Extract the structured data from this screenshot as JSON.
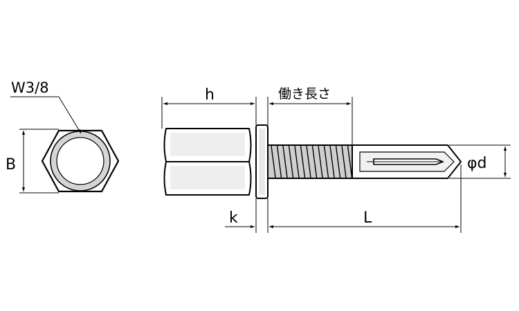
{
  "labels": {
    "thread_spec": "W3/8",
    "across_flats": "B",
    "hex_height": "h",
    "drill_length": "働き長さ",
    "collar_thickness": "k",
    "length": "L",
    "diameter": "φd"
  }
}
